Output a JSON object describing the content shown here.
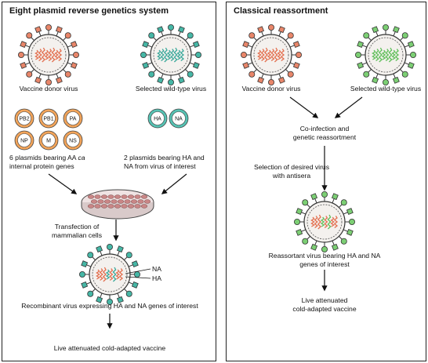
{
  "left_panel": {
    "title": "Eight plasmid reverse genetics system",
    "vaccine_donor_label": "Vaccine donor virus",
    "selected_wild_type_label": "Selected wild-type virus",
    "internal_plasmids": [
      "PB2",
      "PB1",
      "PA",
      "NP",
      "M",
      "NS"
    ],
    "surface_plasmids": [
      "HA",
      "NA"
    ],
    "six_plasmids_line1": "6 plasmids bearing AA ",
    "six_plasmids_ca": "ca",
    "six_plasmids_line2": "internal protein genes",
    "two_plasmids_line1": "2 plasmids bearing HA and",
    "two_plasmids_line2": "NA from virus of interest",
    "transfection_line1": "Transfection of",
    "transfection_line2": "mammalian cells",
    "na_marker": "NA",
    "ha_marker": "HA",
    "recombinant_label": "Recombinant virus expressing HA and NA genes of interest",
    "vaccine_label": "Live attenuated cold-adapted vaccine"
  },
  "right_panel": {
    "title": "Classical reassortment",
    "vaccine_donor_label": "Vaccine donor virus",
    "selected_wild_type_label": "Selected wild-type virus",
    "coinfection_line1": "Co-infection and",
    "coinfection_line2": "genetic reassortment",
    "selection_line1": "Selection of desired virus",
    "selection_line2": "with antisera",
    "reassortant_line1": "Reassortant virus bearing HA and NA",
    "reassortant_line2": "genes of interest",
    "vaccine_line1": "Live attenuated",
    "vaccine_line2": "cold-adapted vaccine"
  },
  "colors": {
    "donor_spike": "#e8866a",
    "wildtype_teal_spike": "#46b7a6",
    "wildtype_green_spike": "#7ccf74",
    "plasmid_orange": "#f2a45a",
    "plasmid_teal": "#56c2b3",
    "dish": "#c98686"
  }
}
